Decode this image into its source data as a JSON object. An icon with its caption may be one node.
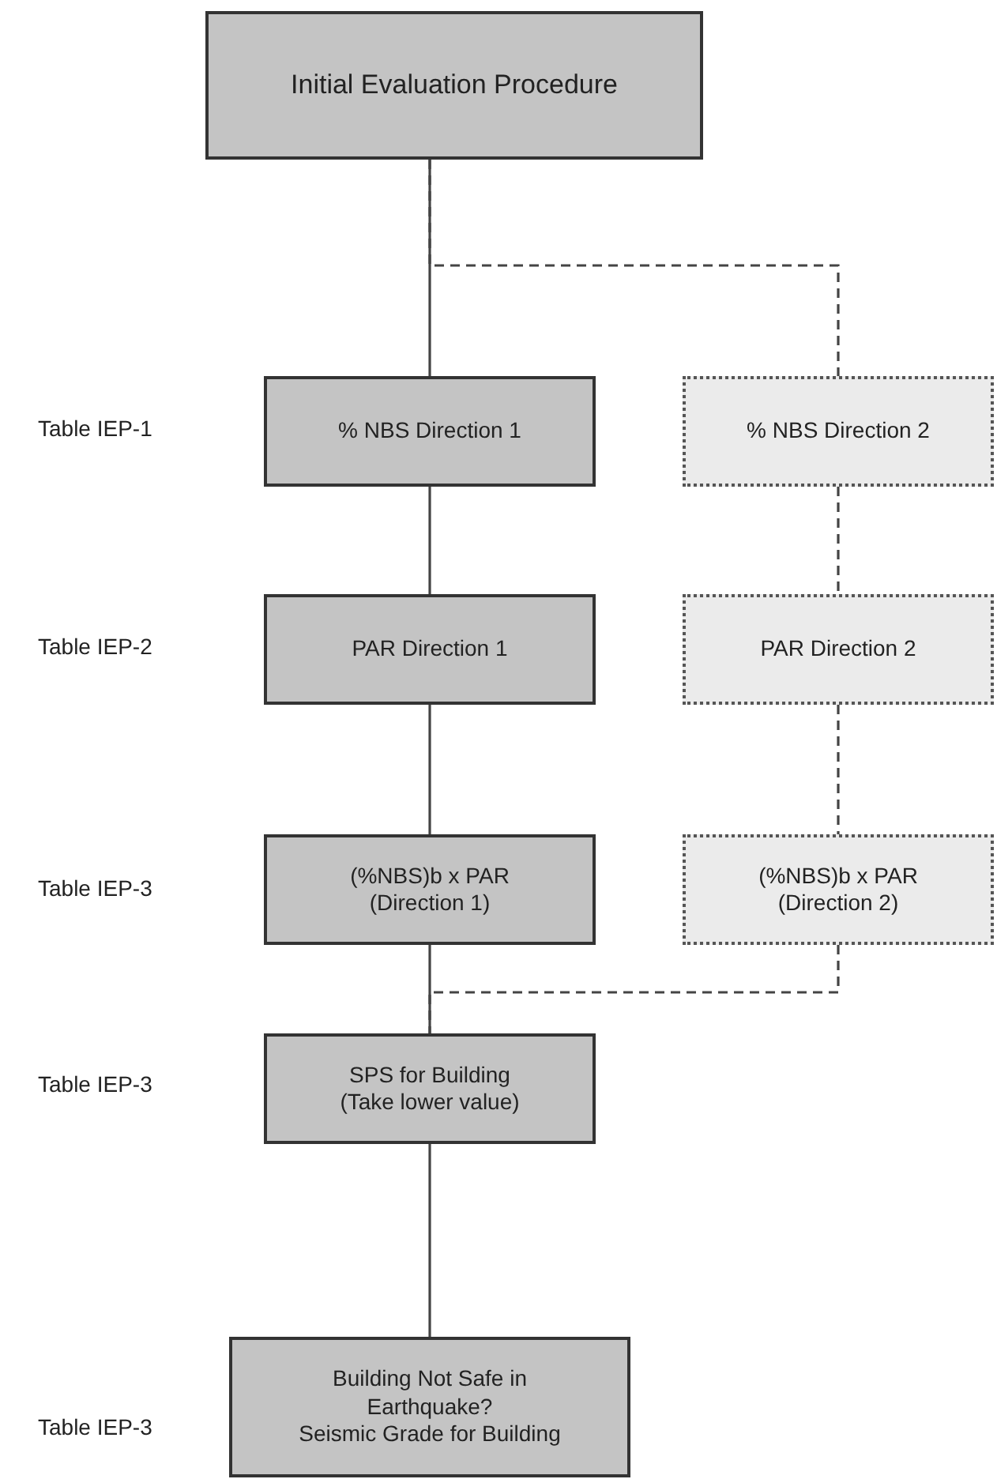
{
  "diagram": {
    "nodes": [
      {
        "text": [
          "Initial Evaluation Procedure"
        ]
      },
      {
        "text": [
          "% NBS Direction 1"
        ]
      },
      {
        "text": [
          "% NBS Direction 2"
        ]
      },
      {
        "text": [
          "PAR Direction 1"
        ]
      },
      {
        "text": [
          "PAR Direction 2"
        ]
      },
      {
        "text": [
          "(%NBS)b x PAR (Direction 1)"
        ]
      },
      {
        "text": [
          "(%NBS)b x PAR (Direction 2)"
        ]
      },
      {
        "text": [
          "SPS for Building (Take lower value)"
        ]
      },
      {
        "text": [
          "Building Not Safe in Earthquake?",
          "Seismic Grade for Building"
        ]
      }
    ],
    "edges": [
      {
        "from": 0,
        "to": 1,
        "arrow": "none"
      },
      {
        "from": 0,
        "to": 2,
        "arrow": "none",
        "style": "dashed"
      },
      {
        "from": 1,
        "to": 3,
        "arrow": "none"
      },
      {
        "from": 2,
        "to": 4,
        "arrow": "none",
        "style": "dashed"
      },
      {
        "from": 3,
        "to": 5,
        "arrow": "none"
      },
      {
        "from": 4,
        "to": 6,
        "arrow": "none",
        "style": "dashed"
      },
      {
        "from": 5,
        "to": 7,
        "arrow": "none"
      },
      {
        "from": 6,
        "to": 7,
        "arrow": "none",
        "style": "dashed"
      },
      {
        "from": 7,
        "to": 8,
        "arrow": "none"
      }
    ],
    "labels": [
      "Table IEP-1",
      "Table IEP-2",
      "Table IEP-3",
      "Table IEP-3",
      "Table IEP-3"
    ]
  }
}
